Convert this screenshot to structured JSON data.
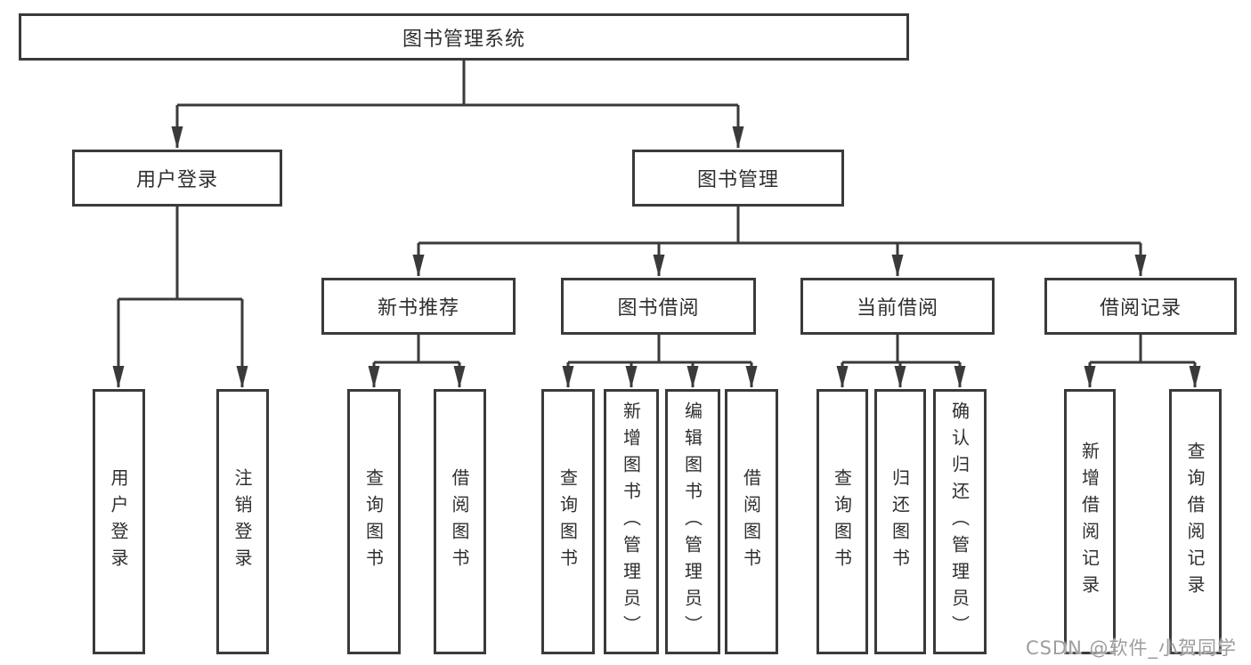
{
  "diagram_title": "图书管理系统",
  "nodes": {
    "root": {
      "label": "图书管理系统"
    },
    "user_login": {
      "label": "用户登录"
    },
    "book_mgmt": {
      "label": "图书管理"
    },
    "leaf_user_login": {
      "label": "用户登录"
    },
    "leaf_logout_login": {
      "label": "注销登录"
    },
    "new_book_rec": {
      "label": "新书推荐"
    },
    "book_borrow": {
      "label": "图书借阅"
    },
    "current_borrow": {
      "label": "当前借阅"
    },
    "borrow_record": {
      "label": "借阅记录"
    },
    "nbr_query_book": {
      "label": "查询图书"
    },
    "nbr_borrow_book": {
      "label": "借阅图书"
    },
    "bb_query_book": {
      "label": "查询图书"
    },
    "bb_add_book": {
      "label": "新增图书（管理员）"
    },
    "bb_edit_book": {
      "label": "编辑图书（管理员）"
    },
    "bb_borrow_book": {
      "label": "借阅图书"
    },
    "cb_query_book": {
      "label": "查询图书"
    },
    "cb_return_book": {
      "label": "归还图书"
    },
    "cb_confirm_return": {
      "label": "确认归还（管理员）"
    },
    "br_add_record": {
      "label": "新增借阅记录"
    },
    "br_query_record": {
      "label": "查询借阅记录"
    }
  },
  "watermark": {
    "text": "CSDN @软件_小贺同学"
  },
  "colors": {
    "line": "#3a3a3a",
    "text": "#2f2f2f",
    "node_fill": "#ffffff",
    "background": "#ffffff",
    "watermark": "#9d9d9d"
  }
}
